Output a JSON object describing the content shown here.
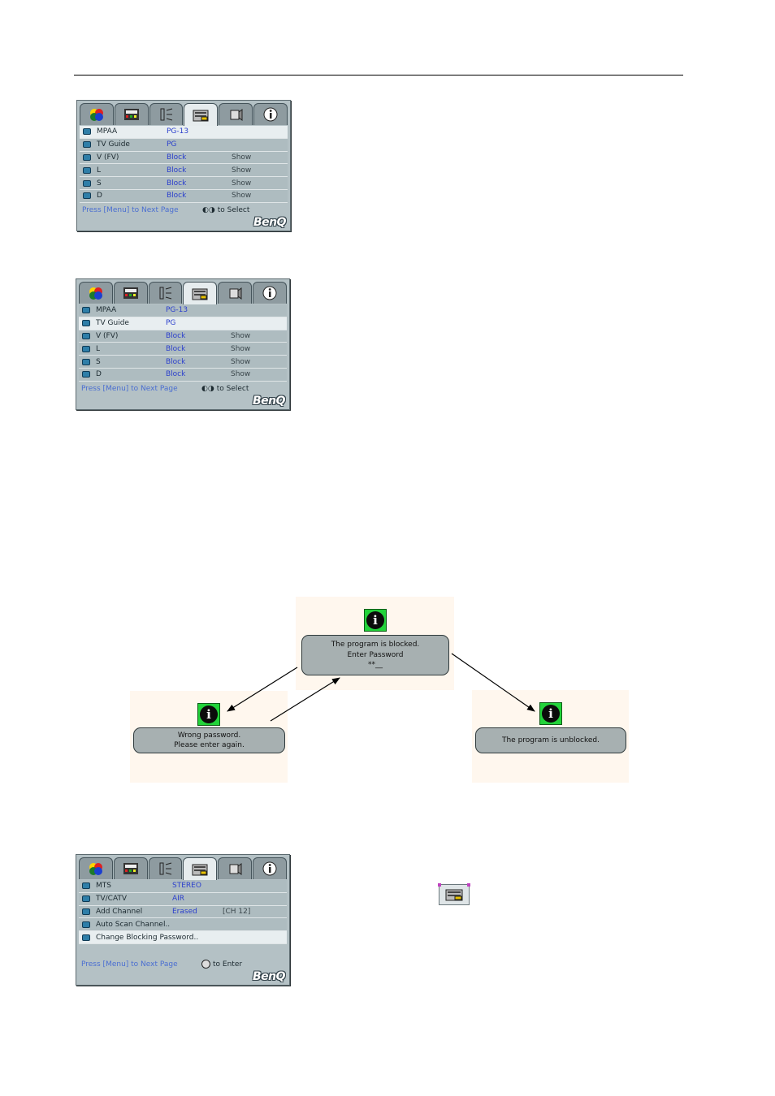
{
  "menus": [
    {
      "rows": [
        {
          "label": "MPAA",
          "value": "PG-13",
          "extra": ""
        },
        {
          "label": "TV Guide",
          "value": "PG",
          "extra": ""
        },
        {
          "label": "V (FV)",
          "value": "Block",
          "extra": "Show"
        },
        {
          "label": "L",
          "value": "Block",
          "extra": "Show"
        },
        {
          "label": "S",
          "value": "Block",
          "extra": "Show"
        },
        {
          "label": "D",
          "value": "Block",
          "extra": "Show"
        }
      ],
      "footer_left": "Press [Menu] to Next Page",
      "footer_right": "to Select",
      "logo": "BenQ"
    },
    {
      "rows": [
        {
          "label": "MPAA",
          "value": "PG-13",
          "extra": ""
        },
        {
          "label": "TV Guide",
          "value": "PG",
          "extra": ""
        },
        {
          "label": "V (FV)",
          "value": "Block",
          "extra": "Show"
        },
        {
          "label": "L",
          "value": "Block",
          "extra": "Show"
        },
        {
          "label": "S",
          "value": "Block",
          "extra": "Show"
        },
        {
          "label": "D",
          "value": "Block",
          "extra": "Show"
        }
      ],
      "footer_left": "Press [Menu] to Next Page",
      "footer_right": "to Select",
      "logo": "BenQ"
    },
    {
      "rows": [
        {
          "label": "MTS",
          "value": "STEREO",
          "extra": ""
        },
        {
          "label": "TV/CATV",
          "value": "AIR",
          "extra": ""
        },
        {
          "label": "Add Channel",
          "value": "Erased",
          "extra": "[CH 12]"
        },
        {
          "label": "Auto Scan Channel..",
          "value": "",
          "extra": ""
        },
        {
          "label": "Change Blocking Password..",
          "value": "",
          "extra": ""
        }
      ],
      "footer_left": "Press [Menu] to Next Page",
      "footer_right": "to Enter",
      "logo": "BenQ"
    }
  ],
  "dialogs": {
    "blocked": {
      "line1": "The program is blocked.",
      "line2": "Enter Password",
      "line3": "**__"
    },
    "wrong": {
      "line1": "Wrong password.",
      "line2": "Please enter again."
    },
    "unblocked": {
      "line1": "The program is unblocked."
    }
  },
  "info_glyph": "i",
  "colors": {
    "osd_bg": "#b4c1c5",
    "osd_value": "#2b3fcc",
    "footer_text": "#4a6ed1",
    "info_green": "#22d33a",
    "diagram_bg": "#fff7ee",
    "bubble": "#a7b0b1"
  }
}
